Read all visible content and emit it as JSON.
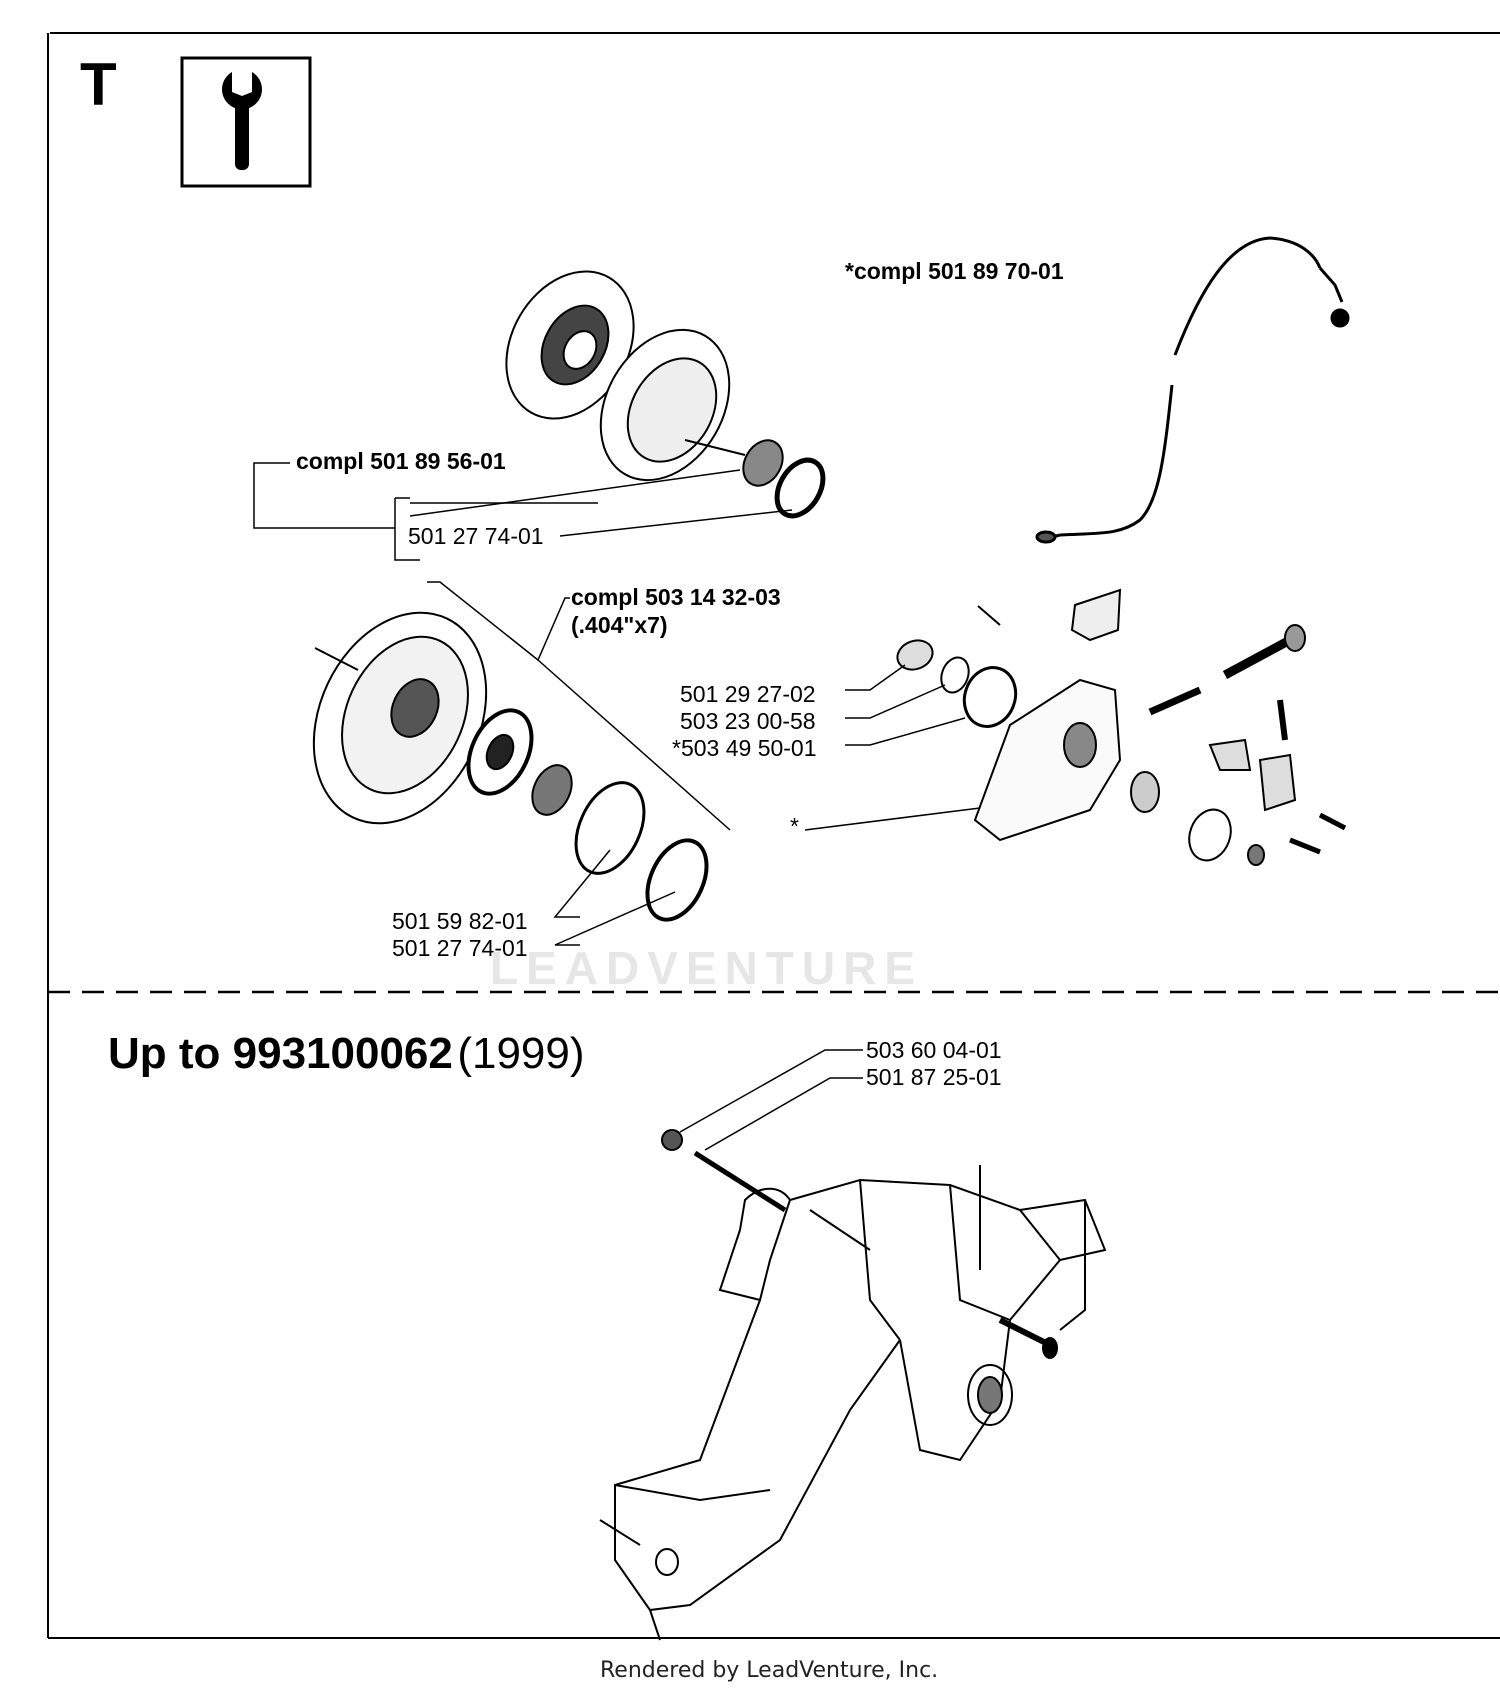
{
  "section": {
    "letter": "T",
    "icon": "wrench-icon"
  },
  "upper_panel": {
    "callouts": {
      "compl_top_right": "*compl 501 89 70-01",
      "compl_clutch": "compl 501 89 56-01",
      "clutch_washer": "501 27 74-01",
      "compl_drum": "compl 503 14 32-03",
      "drum_spec": "(.404\"x7)",
      "oil_part_1": "501 29 27-02",
      "oil_part_2": "503 23 00-58",
      "oil_part_3": "*503 49 50-01",
      "oil_pump_star": "*",
      "drum_washer_1": "501 59 82-01",
      "drum_washer_2": "501 27 74-01"
    }
  },
  "lower_panel": {
    "serial_bold": "Up to 993100062",
    "serial_year": "(1999)",
    "callouts": {
      "part_a": "503 60 04-01",
      "part_b": "501 87 25-01"
    }
  },
  "watermark": "LEADVENTURE",
  "footer": "Rendered by LeadVenture, Inc."
}
